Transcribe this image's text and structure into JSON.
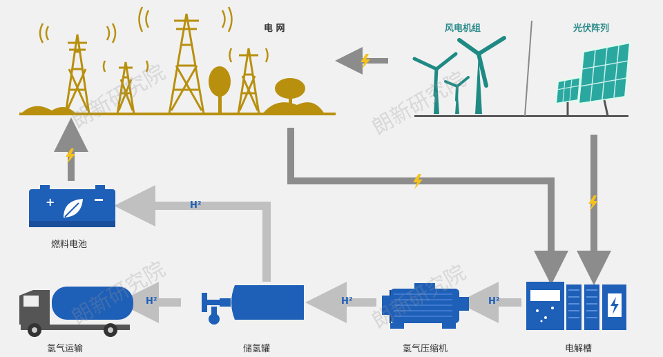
{
  "labels": {
    "grid": "电  网",
    "wind": "风电机组",
    "solar": "光伏阵列",
    "fuel_cell": "燃料电池",
    "transport": "氢气运输",
    "storage": "储氢罐",
    "compressor": "氢气压缩机",
    "electrolyzer": "电解槽"
  },
  "hydrogen_symbol": "H²",
  "watermark": "朗新研究院",
  "colors": {
    "grid_gold": "#b8900e",
    "blue": "#1e5fb8",
    "pipe_gray": "#8c8c8c",
    "pipe_light": "#c0c0c0",
    "lightning": "#f5c21b",
    "wind_teal": "#1f8a84"
  }
}
